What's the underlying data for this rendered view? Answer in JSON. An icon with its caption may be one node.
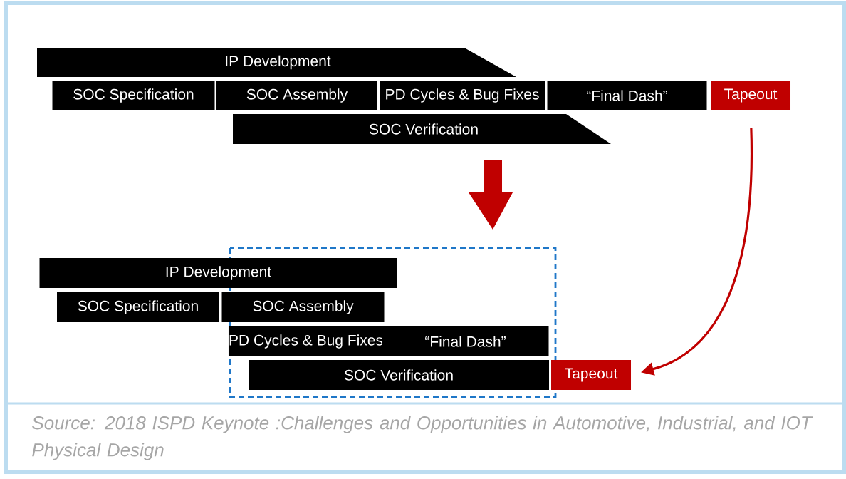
{
  "diagram": {
    "caption": "Source: 2018 ISPD Keynote :Challenges and Opportunities in Automotive, Industrial, and IOT Physical Design",
    "nodes": [
      {
        "text": [
          "IP Development"
        ]
      },
      {
        "text": [
          "SOC Specification"
        ]
      },
      {
        "text": [
          "SOC Assembly"
        ]
      },
      {
        "text": [
          "PD Cycles & Bug Fixes"
        ]
      },
      {
        "text": [
          "“Final Dash”"
        ]
      },
      {
        "text": [
          "Tapeout"
        ]
      },
      {
        "text": [
          "SOC Verification"
        ]
      },
      {
        "text": [
          "IP Development"
        ]
      },
      {
        "text": [
          "SOC Specification"
        ]
      },
      {
        "text": [
          "SOC Assembly"
        ]
      },
      {
        "text": [
          "PD Cycles & Bug Fixes"
        ]
      },
      {
        "text": [
          "“Final Dash”"
        ]
      },
      {
        "text": [
          "SOC Verification"
        ]
      },
      {
        "text": [
          "Tapeout"
        ]
      }
    ],
    "edges": [
      {
        "from": 5,
        "to": 13,
        "arrow": "to",
        "color": "#c00000"
      }
    ]
  }
}
